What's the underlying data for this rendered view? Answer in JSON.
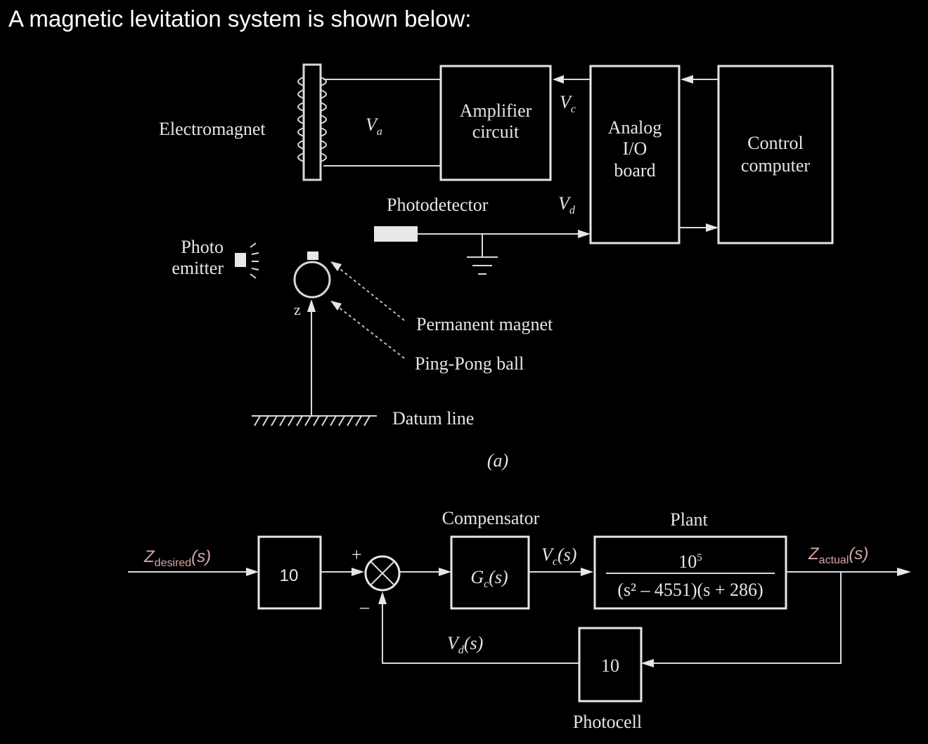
{
  "header": {
    "text": "A magnetic levitation system is shown below:"
  },
  "diagram_a": {
    "electromagnet": "Electromagnet",
    "va": "V",
    "va_sub": "a",
    "amplifier_line1": "Amplifier",
    "amplifier_line2": "circuit",
    "vc": "V",
    "vc_sub": "c",
    "analog_line1": "Analog",
    "analog_line2": "I/O",
    "analog_line3": "board",
    "computer_line1": "Control",
    "computer_line2": "computer",
    "photodetector": "Photodetector",
    "vd": "V",
    "vd_sub": "d",
    "photo_emitter_line1": "Photo",
    "photo_emitter_line2": "emitter",
    "z_label": "z",
    "permanent_magnet": "Permanent magnet",
    "ping_pong": "Ping-Pong ball",
    "datum": "Datum line",
    "caption": "(a)"
  },
  "diagram_b": {
    "z_desired_main": "Z",
    "z_desired_sub": "desired",
    "z_desired_arg": "(s)",
    "gain_in": "10",
    "plus": "+",
    "minus": "–",
    "compensator_label": "Compensator",
    "gc": "G",
    "gc_sub": "c",
    "gc_arg": "(s)",
    "vc_s": "V",
    "vc_s_sub": "c",
    "vc_s_arg": "(s)",
    "plant_label": "Plant",
    "plant_num": "10",
    "plant_num_exp": "5",
    "plant_den": "(s² – 4551)(s + 286)",
    "z_actual_main": "Z",
    "z_actual_sub": "actual",
    "z_actual_arg": "(s)",
    "vd_s": "V",
    "vd_s_sub": "d",
    "vd_s_arg": "(s)",
    "photocell_gain": "10",
    "photocell_label": "Photocell"
  }
}
